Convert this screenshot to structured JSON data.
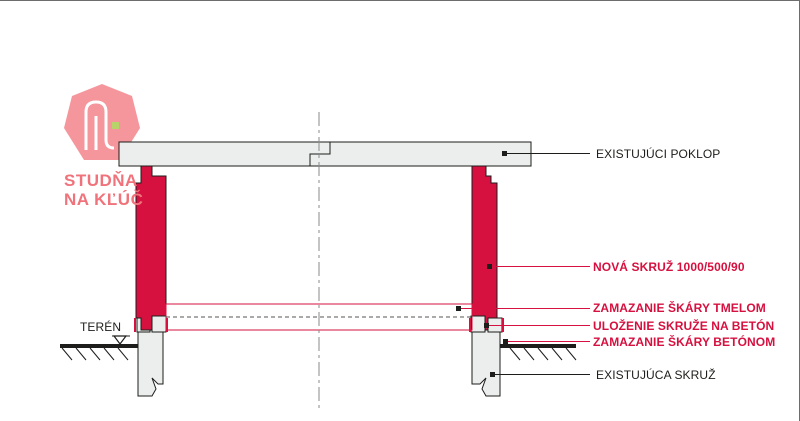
{
  "logo": {
    "line1": "STUDŇA",
    "line2": "NA KĽÚČ",
    "color": "#f0737b"
  },
  "labels": {
    "lid": "EXISTUJÚCI POKLOP",
    "new_ring": "NOVÁ SKRUŽ 1000/500/90",
    "joint_mortar": "ZAMAZANIE ŠKÁRY TMELOM",
    "ring_bedding": "ULOŽENIE SKRUŽE NA BETÓN",
    "joint_concrete": "ZAMAZANIE ŠKÁRY BETÓNOM",
    "existing_ring": "EXISTUJÚCA SKRUŽ",
    "terrain": "TERÉN"
  },
  "colors": {
    "new_ring": "#d6103f",
    "concrete": "#eceeed",
    "label_red": "#d6103f",
    "line": "#1d1d1b"
  }
}
